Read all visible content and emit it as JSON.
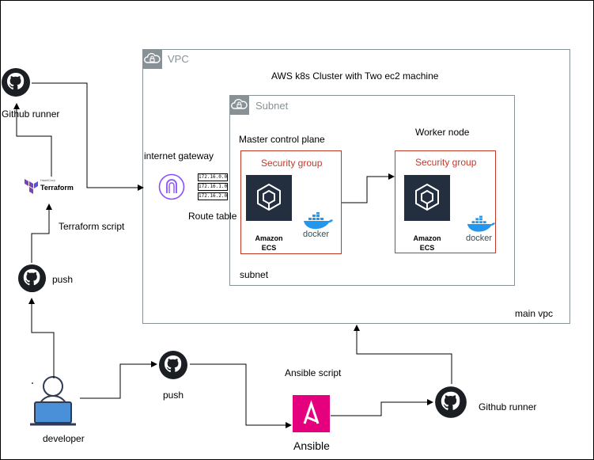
{
  "title": "AWS k8s Cluster with Two ec2 machine",
  "vpc": {
    "label": "VPC",
    "footer": "main vpc"
  },
  "subnet": {
    "label": "Subnet",
    "footer": "subnet"
  },
  "master": {
    "title": "Master control plane",
    "security_group": "Security group",
    "ecs_line1": "Amazon",
    "ecs_line2": "ECS",
    "docker": "docker"
  },
  "worker": {
    "title": "Worker node",
    "security_group": "Security group",
    "ecs_line1": "Amazon",
    "ecs_line2": "ECS",
    "docker": "docker"
  },
  "internet_gateway": "internet gateway",
  "route_table": {
    "label": "Route table",
    "entries": [
      "172.16.0.0",
      "172.16.1.0",
      "172.16.2.0"
    ]
  },
  "github_runner_top": "Github runner",
  "github_runner_bottom": "Github runner",
  "terraform": {
    "small": "HashiCorp",
    "name": "Terraform"
  },
  "terraform_script": "Terraform script",
  "push_left": "push",
  "push_middle": "push",
  "developer": "developer",
  "ansible_script": "Ansible script",
  "ansible": {
    "name": "Ansible",
    "glyph": "A"
  },
  "colors": {
    "security_red": "#c0392b",
    "ecs_dark": "#232f3e",
    "ansible_pink": "#e5007e",
    "docker_blue": "#2496ed",
    "igw_purple": "#8c4fff",
    "border_gray": "#879196"
  }
}
